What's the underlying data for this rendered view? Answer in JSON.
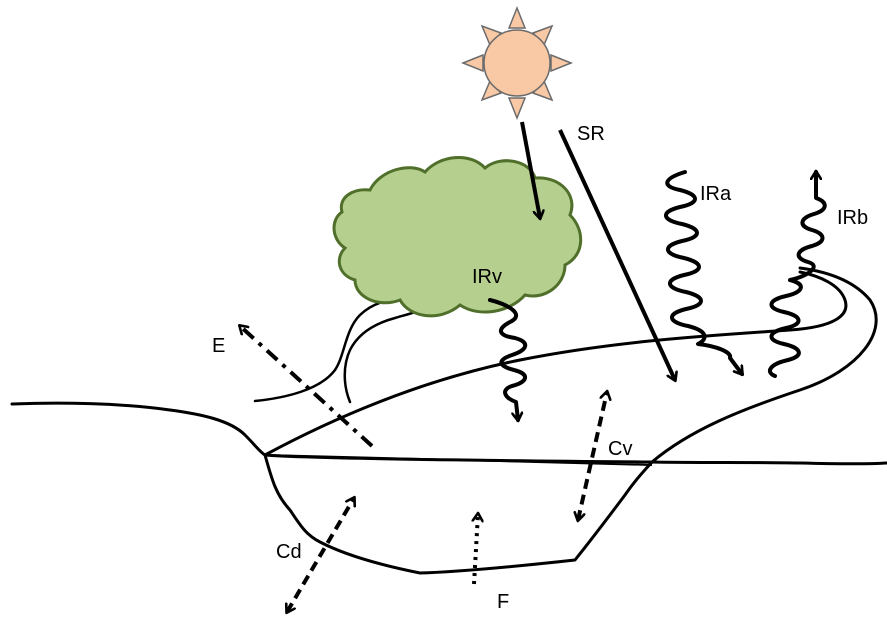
{
  "labels": {
    "sr": "SR",
    "ira": "IRa",
    "irb": "IRb",
    "irv": "IRv",
    "e": "E",
    "cv": "Cv",
    "cd": "Cd",
    "f": "F"
  },
  "colors": {
    "sun_fill": "#f9c9a6",
    "sun_stroke": "#6b6b6b",
    "canopy_fill": "#b5cf8e",
    "canopy_stroke": "#4f6f2a",
    "trunk": "#a0561b",
    "line": "#000000"
  },
  "icons": {
    "sun": "sun-icon",
    "tree": "tree-icon"
  }
}
